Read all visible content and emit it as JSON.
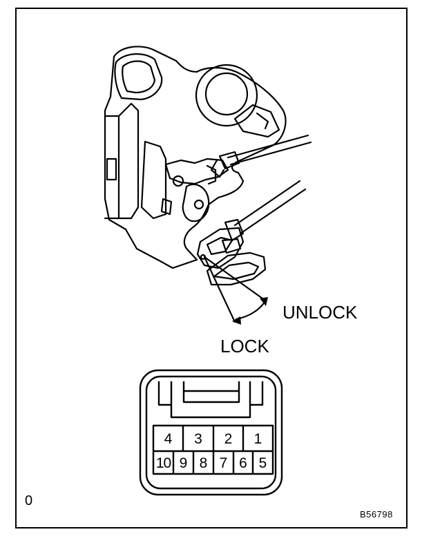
{
  "labels": {
    "unlock": "UNLOCK",
    "lock": "LOCK"
  },
  "connector": {
    "top_row": [
      "4",
      "3",
      "2",
      "1"
    ],
    "bottom_row": [
      "10",
      "9",
      "8",
      "7",
      "6",
      "5"
    ]
  },
  "corner_mark": "0",
  "figure_code": "B56798",
  "colors": {
    "line": "#000000",
    "background": "#ffffff"
  }
}
